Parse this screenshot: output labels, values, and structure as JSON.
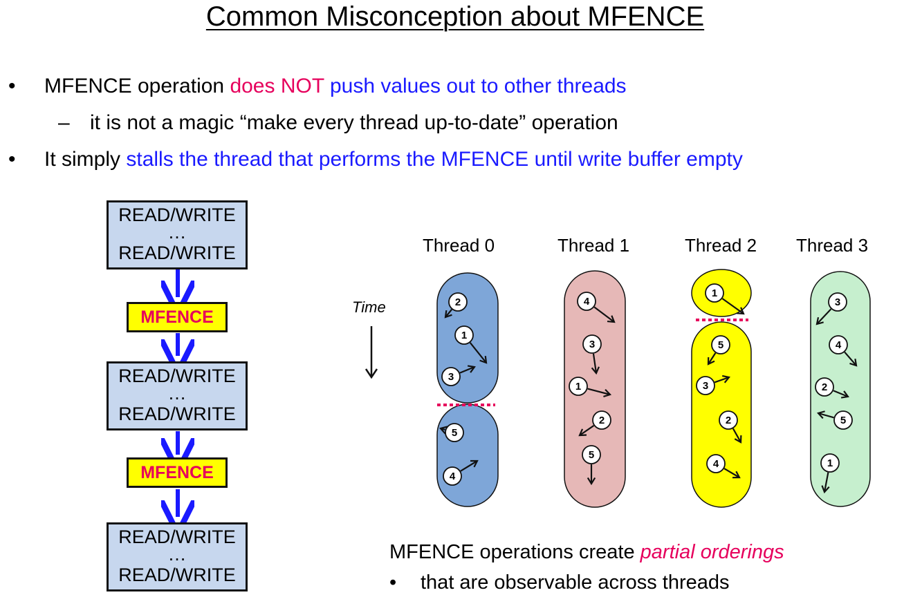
{
  "title": "Common Misconception about MFENCE",
  "bullets": {
    "b1_part1": "MFENCE operation ",
    "b1_part2": "does NOT",
    "b1_part3": " push values out to other threads",
    "sub1": "it is not a magic “make every thread up-to-date” operation",
    "b2_part1": "It simply ",
    "b2_part2": "stalls the thread that performs the MFENCE until write buffer empty",
    "bullet_glyph": "•",
    "dash_glyph": "–"
  },
  "flow": {
    "rw_label": "READ/WRITE",
    "ellipsis": "…",
    "mfence_label": "MFENCE"
  },
  "diagram": {
    "time_label": "Time",
    "threads": [
      {
        "label": "Thread 0",
        "color": "#7ea6d8",
        "ops": [
          "2",
          "1",
          "3",
          "5",
          "4"
        ]
      },
      {
        "label": "Thread 1",
        "color": "#e6b8b7",
        "ops": [
          "4",
          "3",
          "1",
          "2",
          "5"
        ]
      },
      {
        "label": "Thread 2",
        "color": "#ffff00",
        "ops": [
          "1",
          "5",
          "3",
          "2",
          "4"
        ]
      },
      {
        "label": "Thread 3",
        "color": "#c6efce",
        "ops": [
          "3",
          "4",
          "2",
          "5",
          "1"
        ]
      }
    ],
    "fence_color": "#e6005c"
  },
  "caption": {
    "line1_part1": "MFENCE operations create ",
    "line1_part2": "partial orderings",
    "line2": "that are observable across threads",
    "bullet_glyph": "•"
  },
  "colors": {
    "emphasis_pink": "#e6005c",
    "emphasis_blue": "#1a1aff",
    "flow_box": "#c7d7ee",
    "flow_arrow": "#1a1aff",
    "mfence_fill": "#ffff00"
  }
}
